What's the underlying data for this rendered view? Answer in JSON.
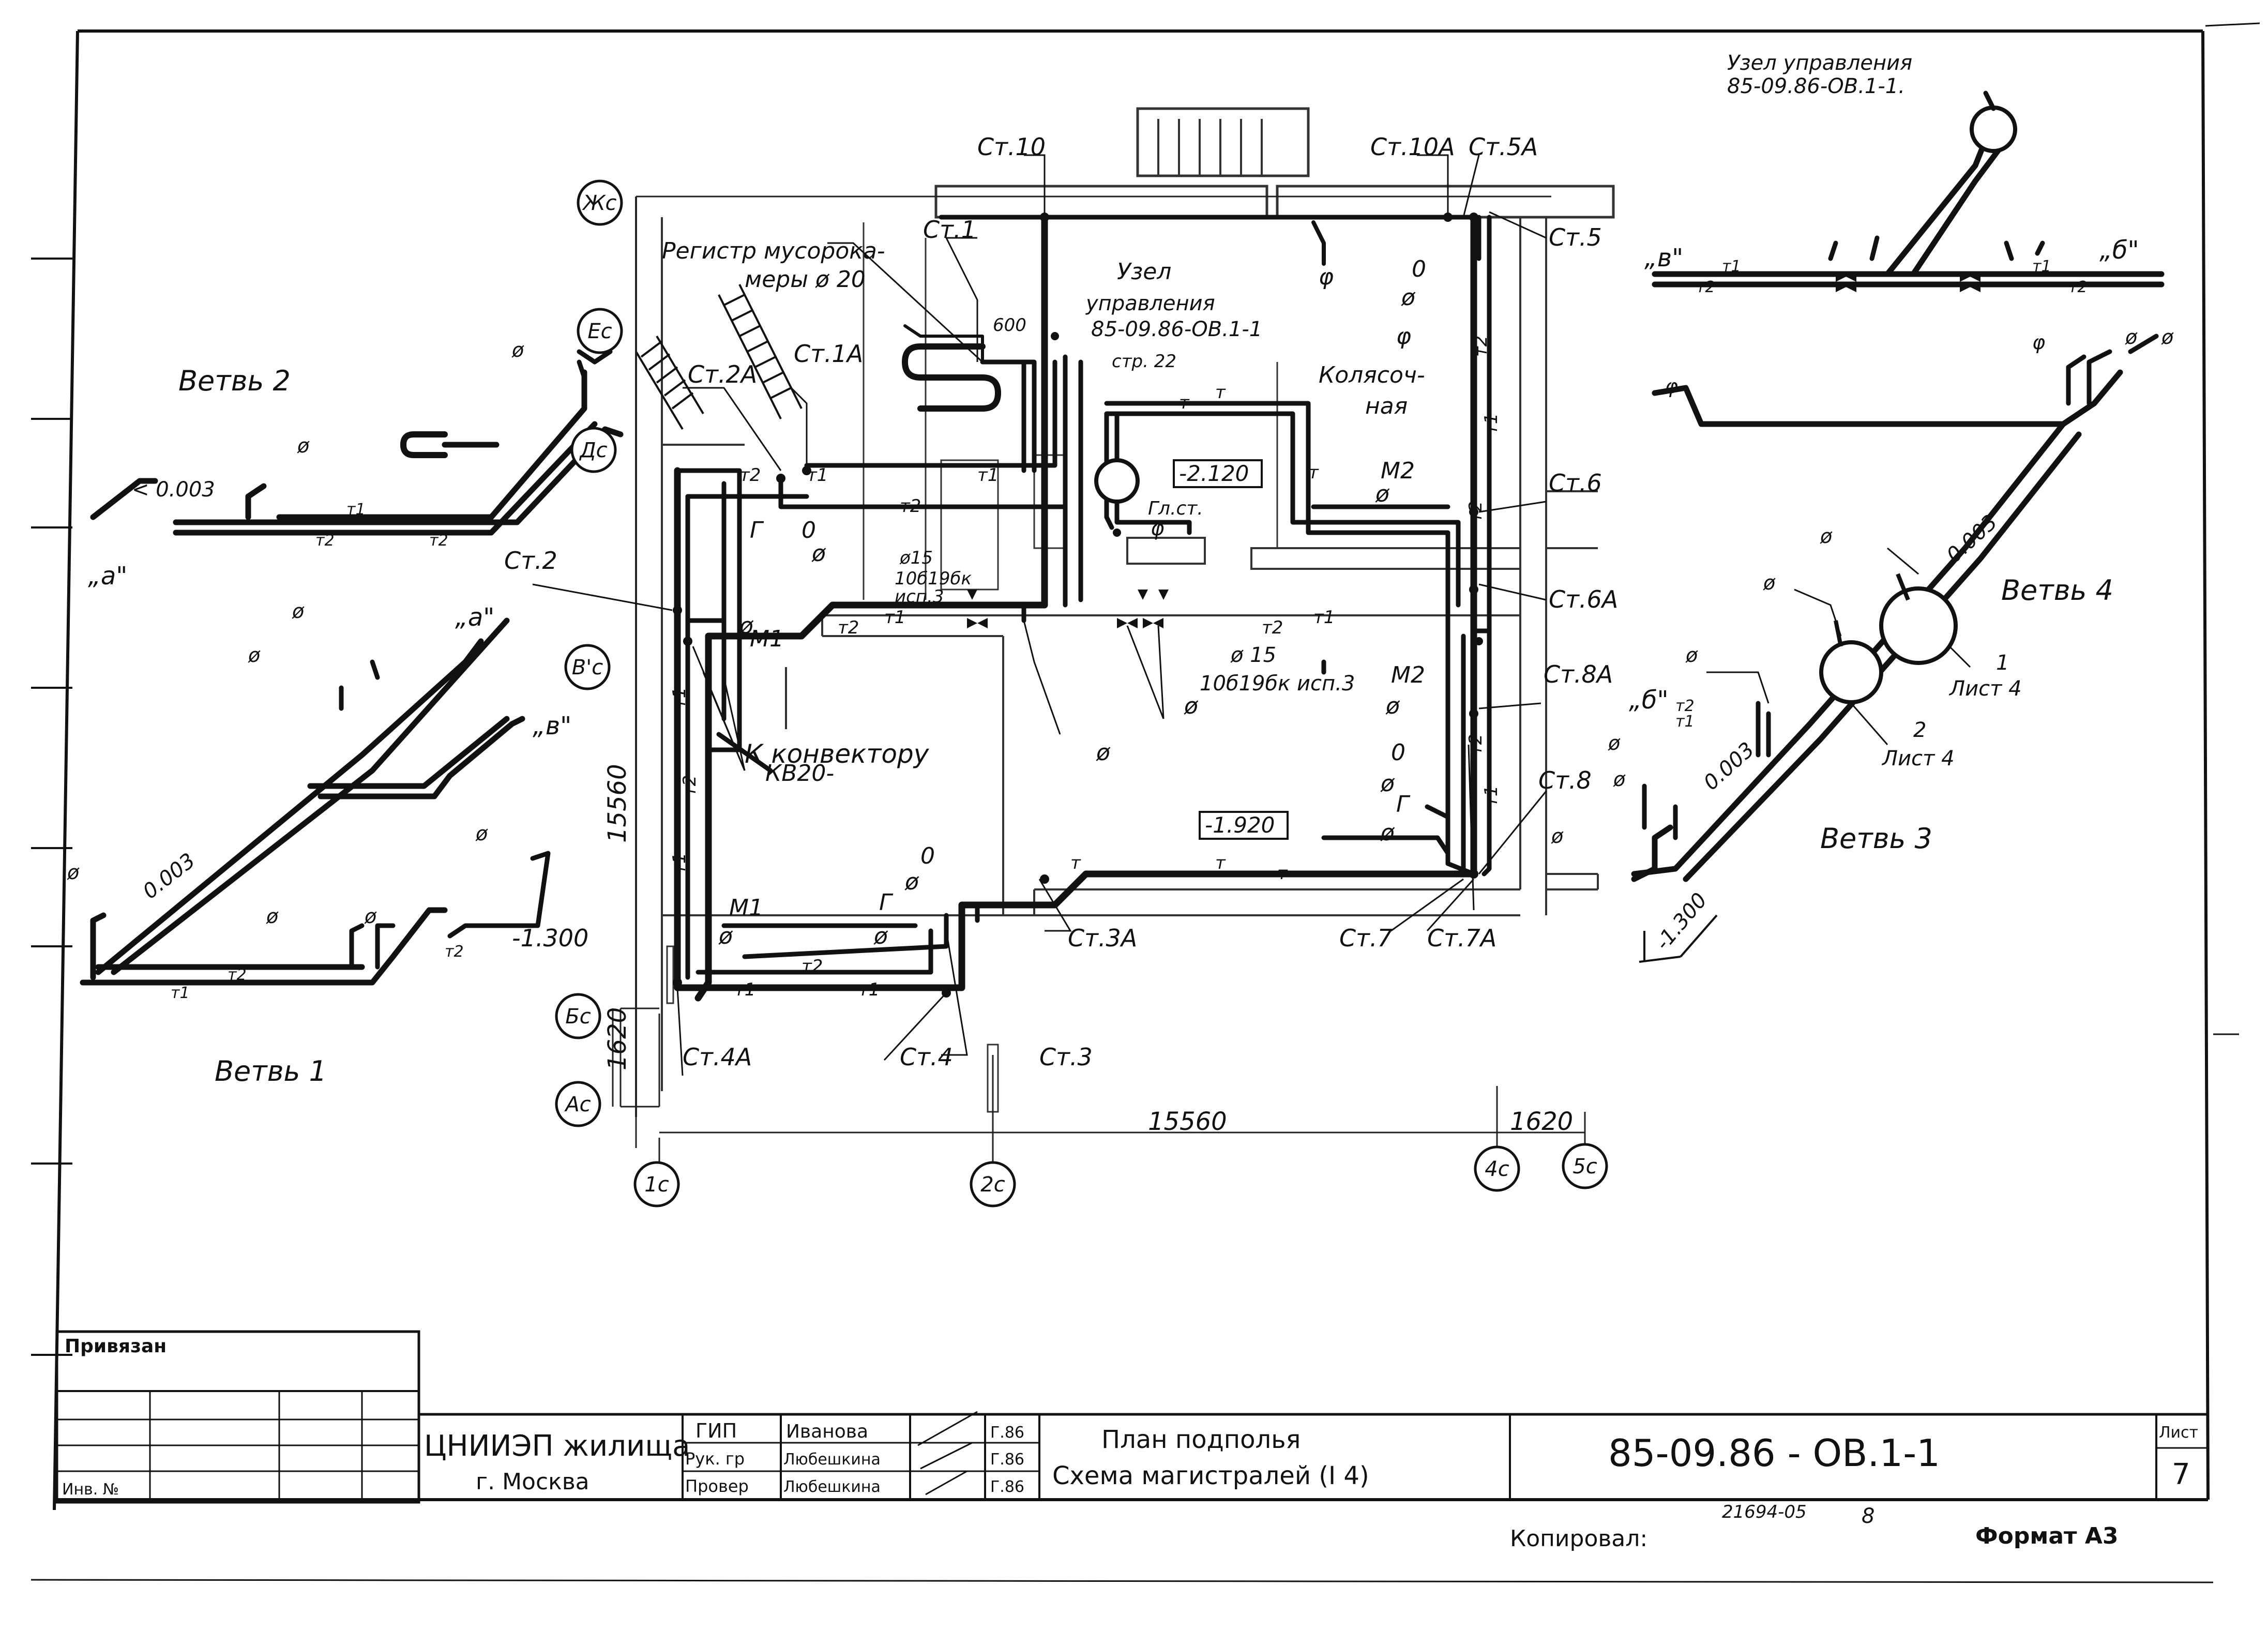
{
  "title_block": {
    "attached": "Привязан",
    "inv": "Инв. №",
    "org_line1": "ЦНИИЭП жилища",
    "org_line2": "г. Москва",
    "roles": [
      {
        "role": "ГИП",
        "name": "Иванова",
        "date": "Г.86"
      },
      {
        "role": "Рук. гр",
        "name": "Любешкина",
        "date": "Г.86"
      },
      {
        "role": "Провер",
        "name": "Любешкина",
        "date": "Г.86"
      }
    ],
    "sheet_title_1": "План подполья",
    "sheet_title_2": "Схема магистралей (I 4)",
    "doc_code": "85-09.86 - ОВ.1-1",
    "sheet_label": "Лист",
    "sheet_no": "7",
    "copied_label": "Копировал:",
    "format_label": "Формат А3",
    "inventory_no": "21694-05",
    "inventory_sub": "8"
  },
  "plan": {
    "grid_axes_rows": [
      "Жс",
      "Ес",
      "Дс",
      "В'с",
      "Бс",
      "Ас"
    ],
    "grid_axes_cols": [
      "1с",
      "2с",
      "4с",
      "5с"
    ],
    "dim_main_h": "15560",
    "dim_main_v": "15560",
    "dim_small_h": "1620",
    "dim_small_v": "1620",
    "stand_labels": {
      "st10": "Ст.10",
      "st10a": "Ст.10А",
      "st5a": "Ст.5А",
      "st5": "Ст.5",
      "st1": "Ст.1",
      "st1a": "Ст.1А",
      "st2a": "Ст.2А",
      "st2": "Ст.2",
      "st6": "Ст.6",
      "st6a": "Ст.6А",
      "st8a": "Ст.8А",
      "st8": "Ст.8",
      "st7": "Ст.7",
      "st7a": "Ст.7А",
      "st3a": "Ст.3А",
      "st3": "Ст.3",
      "st4": "Ст.4",
      "st4a": "Ст.4А"
    },
    "register_label_1": "Регистр мусорока-",
    "register_label_2": "меры ø 20",
    "register_dim": "600",
    "node_label_1": "Узел",
    "node_label_2": "управления",
    "node_label_3": "85-09.86-ОВ.1-1",
    "node_label_4": "стр. 22",
    "room_1": "Колясоч-",
    "room_2": "ная",
    "level_1": "-2.120",
    "level_2": "-1.920",
    "gl_st": "Гл.ст.",
    "phi": "φ",
    "valve_note_1a": "ø15",
    "valve_note_1b": "10б19бк",
    "valve_note_1c": "исп.3",
    "valve_note_2a": "ø 15",
    "valve_note_2b": "10б19бк исп.3",
    "convector_1": "К конвектору",
    "convector_2": "КВ20-",
    "m1": "М1",
    "m2": "М2",
    "zero": "0",
    "g": "Г",
    "dia": "ø",
    "t": "т",
    "t1": "т1",
    "t2": "т2"
  },
  "branches": {
    "b1": "Ветвь 1",
    "b2": "Ветвь 2",
    "b3": "Ветвь 3",
    "b4": "Ветвь 4",
    "slope": "0.003",
    "slope_lt": "< 0.003",
    "level_1300": "-1.300",
    "mark_a": "„а\"",
    "mark_b": "„в\"",
    "mark_bb": "„б\"",
    "sheet4_1a": "1",
    "sheet4_1b": "Лист 4",
    "sheet4_2a": "2",
    "sheet4_2b": "Лист 4",
    "node_ref_1": "Узел управления",
    "node_ref_2": "85-09.86-ОВ.1-1."
  }
}
